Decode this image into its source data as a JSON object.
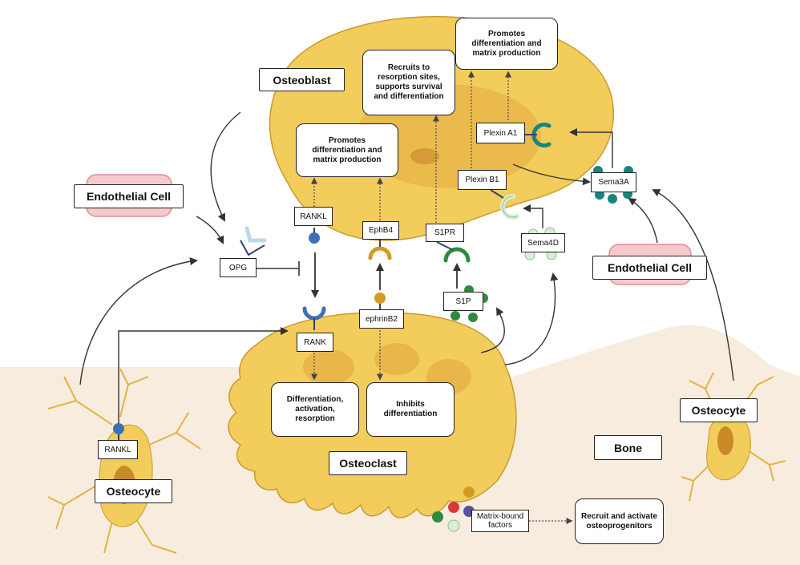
{
  "titles": {
    "osteoblast": "Osteoblast",
    "osteoclast": "Osteoclast",
    "endothelial_left": "Endothelial Cell",
    "endothelial_right": "Endothelial Cell",
    "osteocyte_left": "Osteocyte",
    "osteocyte_right": "Osteocyte",
    "bone": "Bone"
  },
  "molecules": {
    "rankl_osteoblast": "RANKL",
    "opg": "OPG",
    "rank": "RANK",
    "ephb4": "EphB4",
    "ephrinb2": "ephrinB2",
    "s1pr": "S1PR",
    "s1p": "S1P",
    "plexin_a1": "Plexin A1",
    "plexin_b1": "Plexin B1",
    "sema3a": "Sema3A",
    "sema4d": "Sema4D",
    "rankl_osteocyte": "RANKL",
    "matrix_bound": "Matrix-bound factors"
  },
  "effects": {
    "osteoblast_rankl": "Promotes differentiation and matrix production",
    "s1pr_effect": "Recruits to resorption sites, supports survival and differentiation",
    "plexin_effect": "Promotes differentiation and matrix production",
    "rank_effect": "Differentiation, activation, resorption",
    "ephrin_effect": "Inhibits differentiation",
    "matrix_effect": "Recruit and activate osteoprogenitors"
  },
  "colors": {
    "osteoblast_fill": "#f3cd5c",
    "osteoblast_nucleus": "#e8b64a",
    "osteoclast_fill": "#f3cd5c",
    "bone_fill": "#f8ecde",
    "endothelial_fill": "#f6c9cc",
    "endothelial_stroke": "#d98f96",
    "rank_blue": "#3f6fb8",
    "ephrin_gold": "#d49a22",
    "s1p_green": "#2f8a3e",
    "sema3a_teal": "#15857f",
    "sema4d_light": "#d9eed7",
    "matrix_red": "#d63a3a",
    "opg_light": "#bcd8ee"
  }
}
